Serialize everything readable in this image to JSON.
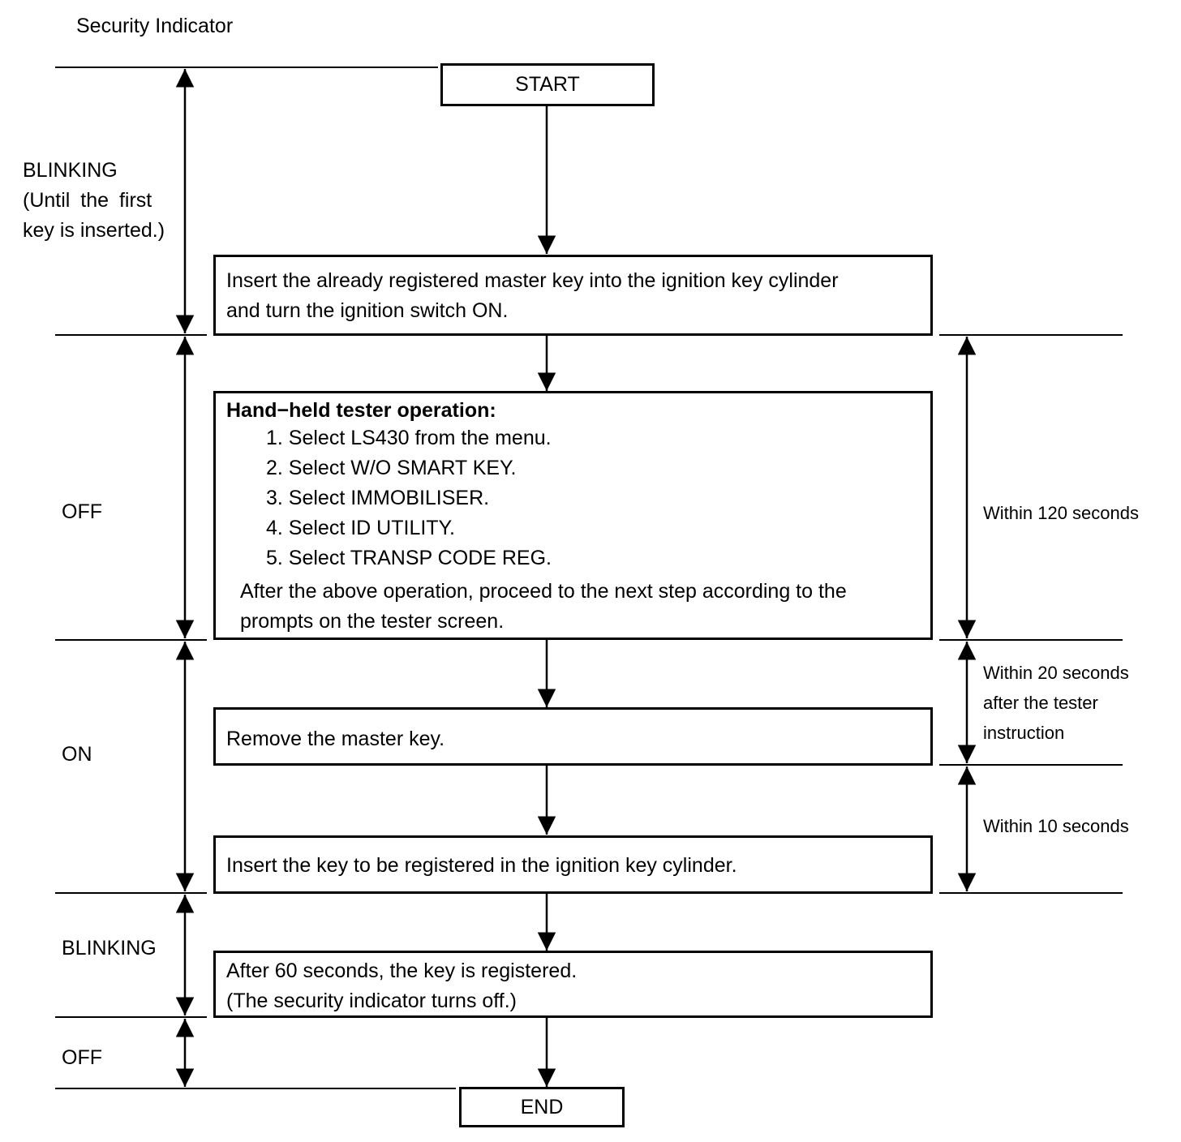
{
  "header": {
    "title": "Security Indicator"
  },
  "states": {
    "blinking_1": [
      "BLINKING",
      "(Until the first",
      "key is inserted.)"
    ],
    "off_1": "OFF",
    "on": "ON",
    "blinking_2": "BLINKING",
    "off_2": "OFF"
  },
  "flow": {
    "start": "START",
    "end": "END",
    "step1": [
      "Insert the already registered master key into the ignition key cylinder",
      "and turn the ignition switch ON."
    ],
    "step2": {
      "heading": "Hand−held tester operation:",
      "items": [
        "1. Select LS430 from the menu.",
        "2. Select W/O SMART KEY.",
        "3. Select IMMOBILISER.",
        "4. Select ID UTILITY.",
        "5. Select TRANSP CODE REG."
      ],
      "note": [
        "After the above operation, proceed to the next step according to the",
        "prompts on the tester screen."
      ]
    },
    "step3": "Remove the master key.",
    "step4": "Insert the key to be registered in the ignition key cylinder.",
    "step5": [
      "After 60 seconds, the key is registered.",
      "(The security indicator turns off.)"
    ]
  },
  "timing": {
    "t1": "Within 120 seconds",
    "t2": [
      "Within 20 seconds",
      "after the tester",
      "instruction"
    ],
    "t3": "Within 10 seconds"
  }
}
